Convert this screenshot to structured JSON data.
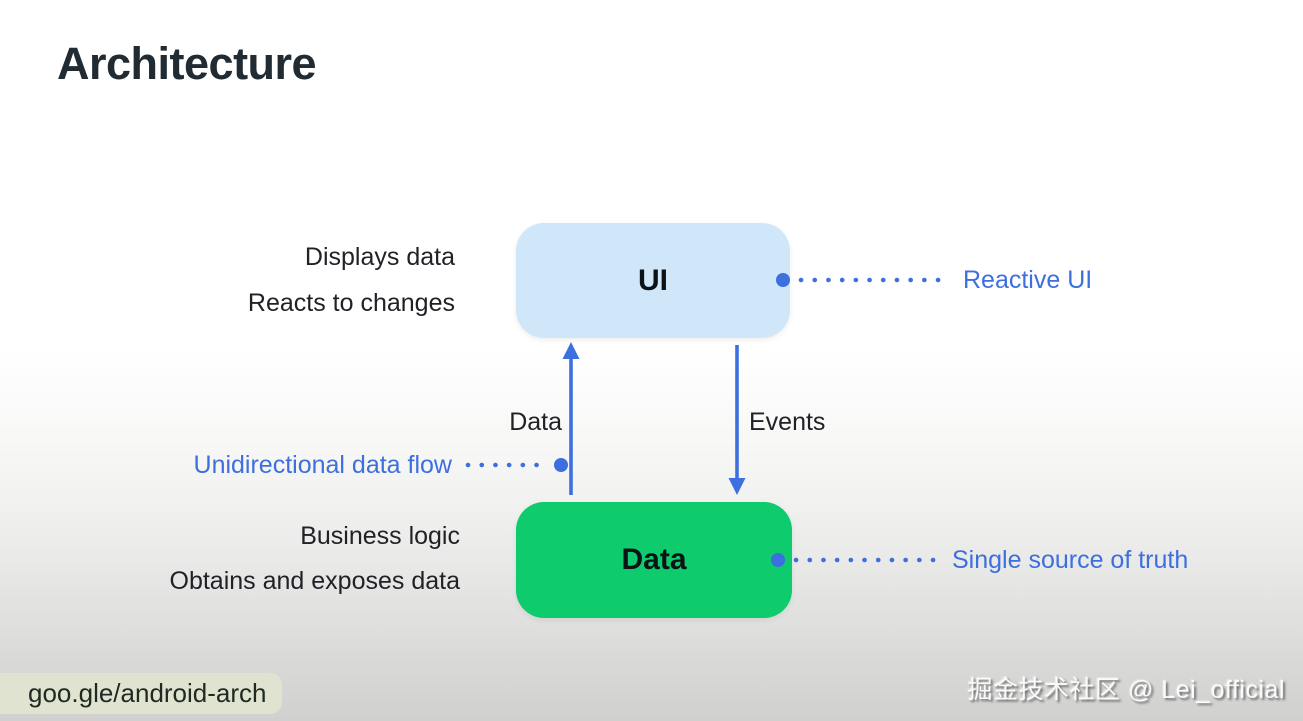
{
  "slide": {
    "title": "Architecture",
    "footer_link": "goo.gle/android-arch",
    "watermark": "掘金技术社区 @ Lei_official"
  },
  "diagram": {
    "ui_box": {
      "label": "UI",
      "fill": "#cfe7f9",
      "annotations": [
        "Displays data",
        "Reacts to changes"
      ],
      "callout": "Reactive UI"
    },
    "data_box": {
      "label": "Data",
      "fill": "#0ecb6d",
      "annotations": [
        "Business logic",
        "Obtains and exposes data"
      ],
      "callout": "Single source of truth"
    },
    "arrows": {
      "up_label": "Data",
      "down_label": "Events",
      "color": "#3d6fdf"
    },
    "flow_callout": "Unidirectional data flow",
    "accent_blue": "#3d6fdf",
    "title_color": "#202b33"
  }
}
